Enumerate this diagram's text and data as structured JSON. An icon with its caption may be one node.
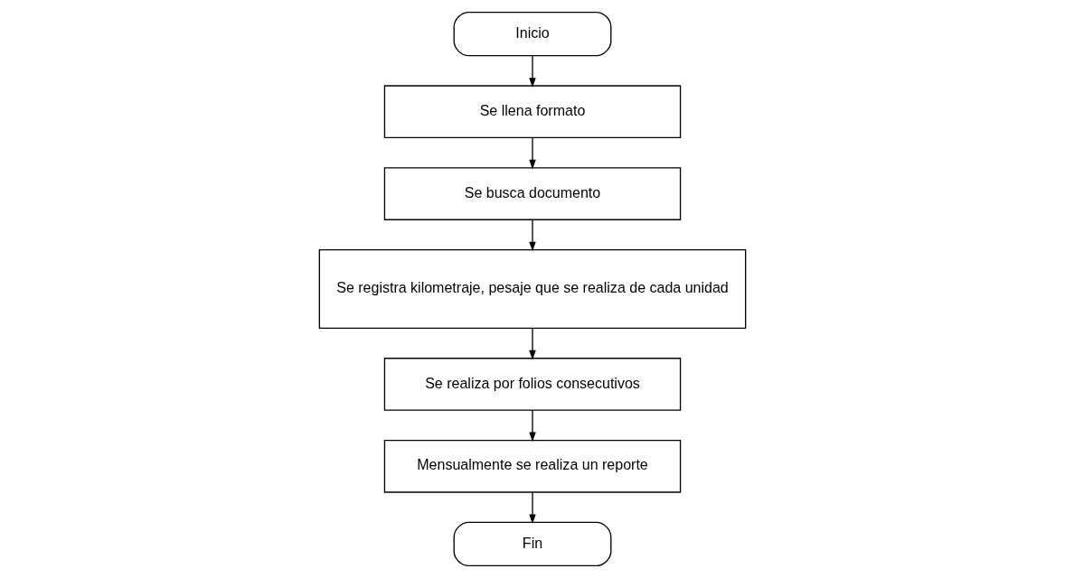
{
  "diagram": {
    "nodes": [
      {
        "text": [
          "Inicio"
        ]
      },
      {
        "text": [
          "Se llena formato"
        ]
      },
      {
        "text": [
          "Se busca documento"
        ]
      },
      {
        "text": [
          "Se registra kilometraje, pesaje que se realiza de cada unidad"
        ]
      },
      {
        "text": [
          "Se realiza por folios consecutivos"
        ]
      },
      {
        "text": [
          "Mensualmente se realiza un reporte"
        ]
      },
      {
        "text": [
          "Fin"
        ]
      }
    ],
    "edges": [
      {
        "from": 0,
        "to": 1,
        "arrow": "to"
      },
      {
        "from": 1,
        "to": 2,
        "arrow": "to"
      },
      {
        "from": 2,
        "to": 3,
        "arrow": "to"
      },
      {
        "from": 3,
        "to": 4,
        "arrow": "to"
      },
      {
        "from": 4,
        "to": 5,
        "arrow": "to"
      },
      {
        "from": 5,
        "to": 6,
        "arrow": "to"
      }
    ]
  }
}
